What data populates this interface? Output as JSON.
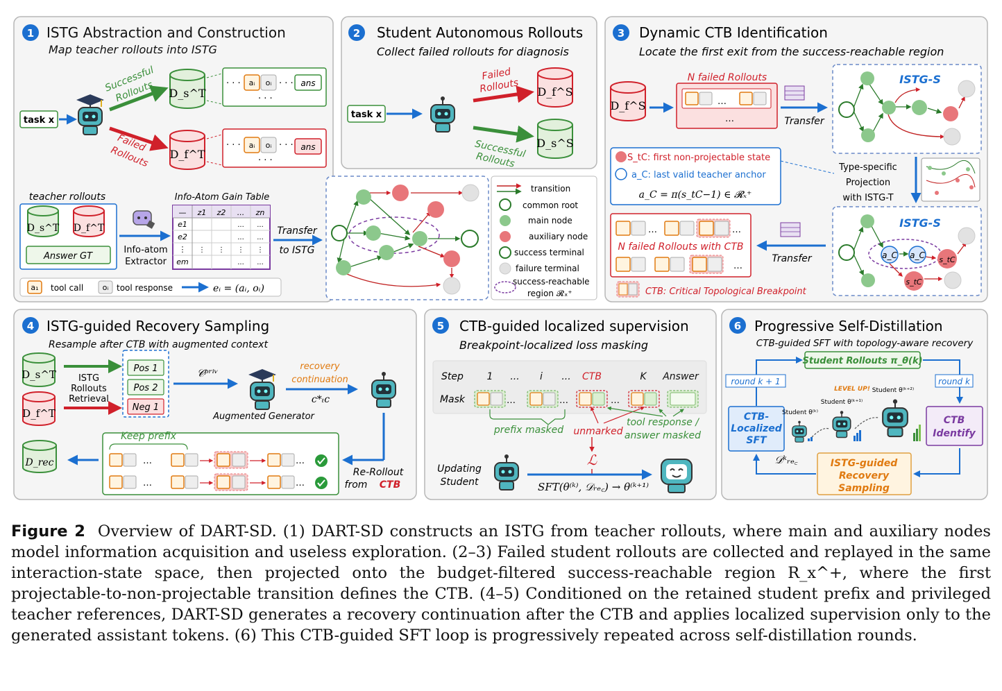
{
  "colors": {
    "blue": "#1b6fd0",
    "green": "#3a8f3a",
    "red": "#d0202a",
    "orange": "#e07a10",
    "purple": "#7a3aa0",
    "panel": "#f4f4f4",
    "border": "#b7b7b7"
  },
  "panel1": {
    "num": "1",
    "title": "ISTG Abstraction and Construction",
    "subtitle": "Map teacher rollouts into ISTG",
    "task": "task x",
    "successful": "Successful",
    "rollouts": "Rollouts",
    "failed": "Failed",
    "ds": "D_s^T",
    "df": "D_f^T",
    "dots": "· · ·",
    "ans": "ans",
    "teacher_rollouts": "teacher rollouts",
    "answer_gt": "Answer GT",
    "extractor": "Info-atom Extractor",
    "gain_table": "Info-Atom Gain Table",
    "transfer": "Transfer",
    "to_istg": "to ISTG",
    "tool_call": "tool call",
    "tool_response": "tool response",
    "legend_eq": "e_i = (a_i, o_i)",
    "a1": "a1",
    "oi": "oi",
    "table_cols": [
      "z1",
      "z2",
      "...",
      "zn"
    ],
    "table_rows": [
      "e1",
      "e2",
      "⋮",
      "em"
    ]
  },
  "panel2": {
    "num": "2",
    "title": "Student Autonomous Rollouts",
    "subtitle": "Collect failed rollouts for diagnosis",
    "task": "task x",
    "failed": "Failed",
    "rollouts": "Rollouts",
    "successful": "Successful",
    "dfs": "D_f^S",
    "dss": "D_s^S"
  },
  "graph_legend": {
    "transition": "transition",
    "common_root": "common root",
    "main_node": "main node",
    "auxiliary_node": "auxiliary node",
    "success_terminal": "success terminal",
    "failure_terminal": "failure terminal",
    "region1": "success-reachable",
    "region2": "region R_x^+"
  },
  "panel3": {
    "num": "3",
    "title": "Dynamic CTB Identification",
    "subtitle": "Locate the first exit from the success-reachable region",
    "dfs": "D_f^S",
    "n_failed": "N failed Rollouts",
    "transfer": "Transfer",
    "istg_s": "ISTG-S",
    "stc_label": "S_tC: first non-projectable state",
    "ac_label": "a_C: last valid teacher anchor",
    "ac_eq": "a_C = π(s_tC−1) ∈ R_x^+",
    "type_specific": "Type-specific",
    "projection": "Projection",
    "with_istgt": "with ISTG-T",
    "n_failed_ctb": "N failed Rollouts with CTB",
    "ctb_def": "CTB: Critical Topological Breakpoint",
    "ac": "a_C",
    "stc": "s_tC"
  },
  "panel4": {
    "num": "4",
    "title": "ISTG-guided Recovery Sampling",
    "subtitle": "Resample after CTB with augmented context",
    "istg": "ISTG",
    "rollouts": "Rollouts",
    "retrieval": "Retrieval",
    "pos1": "Pos 1",
    "pos2": "Pos 2",
    "neg1": "Neg 1",
    "cpriv": "C^priv",
    "recovery": "recovery",
    "continuation": "continuation",
    "ctc": "c*_tC",
    "aug_gen": "Augmented Generator",
    "keep_prefix": "Keep prefix",
    "rerollout": "Re-Rollout",
    "from": "from",
    "ctb": "CTB",
    "drec": "D_rec",
    "ds": "D_s^T",
    "df": "D_f^T"
  },
  "panel5": {
    "num": "5",
    "title": "CTB-guided localized supervision",
    "subtitle": "Breakpoint-localized loss masking",
    "step": "Step",
    "mask": "Mask",
    "step_labels": [
      "1",
      "...",
      "i",
      "...",
      "CTB",
      "K",
      "Answer"
    ],
    "prefix_masked": "prefix masked",
    "unmarked": "unmarked",
    "tool_resp1": "tool response /",
    "tool_resp2": "answer masked",
    "updating": "Updating",
    "student": "Student",
    "loss": "L",
    "sft": "SFT(θ^(k), D_rec) → θ^(k+1)"
  },
  "panel6": {
    "num": "6",
    "title": "Progressive Self-Distillation",
    "subtitle": "CTB-guided SFT with topology-aware recovery",
    "student_rollouts": "Student Rollouts π_θ(k)",
    "round_k1": "round k + 1",
    "round_k": "round k",
    "ctb_localized": [
      "CTB-",
      "Localized",
      "SFT"
    ],
    "ctb_identify": [
      "CTB",
      "Identify"
    ],
    "level_up": "LEVEL UP!",
    "student_k": "Student θ^(k)",
    "student_k1": "Student θ^(k+1)",
    "student_k2": "Student θ^(k+2)",
    "drec_k": "D_rec^k",
    "recovery_box": [
      "ISTG-guided",
      "Recovery",
      "Sampling"
    ]
  },
  "caption": {
    "label": "Figure 2",
    "text": "Overview of DART-SD. (1) DART-SD constructs an ISTG from teacher rollouts, where main and auxiliary nodes model information acquisition and useless exploration. (2–3) Failed student rollouts are collected and replayed in the same interaction-state space, then projected onto the budget-filtered success-reachable region R_x^+, where the first projectable-to-non-projectable transition defines the CTB. (4–5) Conditioned on the retained student prefix and privileged teacher references, DART-SD generates a recovery continuation after the CTB and applies localized supervision only to the generated assistant tokens. (6) This CTB-guided SFT loop is progressively repeated across self-distillation rounds."
  }
}
